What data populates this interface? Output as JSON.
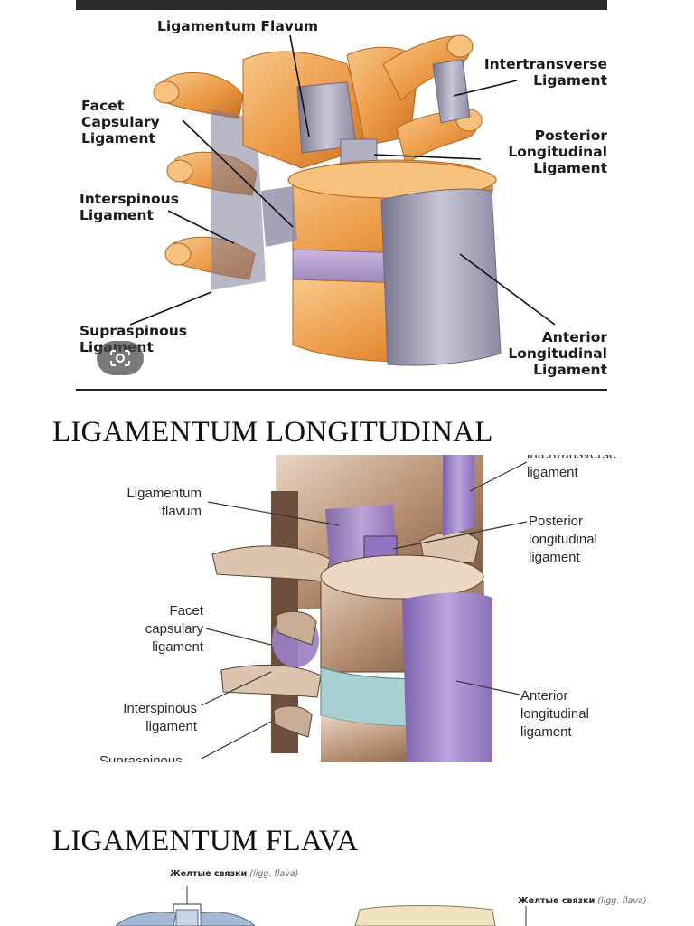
{
  "figure1": {
    "labels": {
      "ligamentum_flavum": "Ligamentum Flavum",
      "intertransverse": "Intertransverse\nLigament",
      "facet_capsular": "Facet\nCapsulary\nLigament",
      "posterior_longitudinal": "Posterior\nLongitudinal\nLigament",
      "interspinous": "Interspinous\nLigament",
      "supraspinous": "Supraspinous\nLigament",
      "anterior_longitudinal": "Anterior\nLongitudinal\nLigament"
    },
    "colors": {
      "bone": "#e9963f",
      "bone_light": "#f6c27e",
      "ligament": "#9a98b0",
      "disc": "#b7a2cf"
    }
  },
  "lens_button": {
    "icon": "google-lens-icon"
  },
  "section1": {
    "title": "LIGAMENTUM LONGITUDINAL"
  },
  "figure2": {
    "labels": {
      "intertransverse": "intertransverse\nligament",
      "ligamentum_flavum": "Ligamentum\nflavum",
      "posterior_longitudinal": "Posterior\nlongitudinal\nligament",
      "facet_capsular": "Facet\ncapsulary\nligament",
      "anterior_longitudinal": "Anterior\nlongitudinal\nligament",
      "interspinous": "Interspinous\nligament",
      "supraspinous": "Supraspinous"
    },
    "colors": {
      "bone": "#a98266",
      "ligament": "#9c82c8",
      "disc": "#a9d0d3"
    }
  },
  "section2": {
    "title": "LIGAMENTUM FLAVA"
  },
  "figure3": {
    "label_left_bold": "Желтые связки",
    "label_left_latin": "(ligg. flava)",
    "label_right_bold": "Желтые связки",
    "label_right_latin": "(ligg. flava)"
  }
}
